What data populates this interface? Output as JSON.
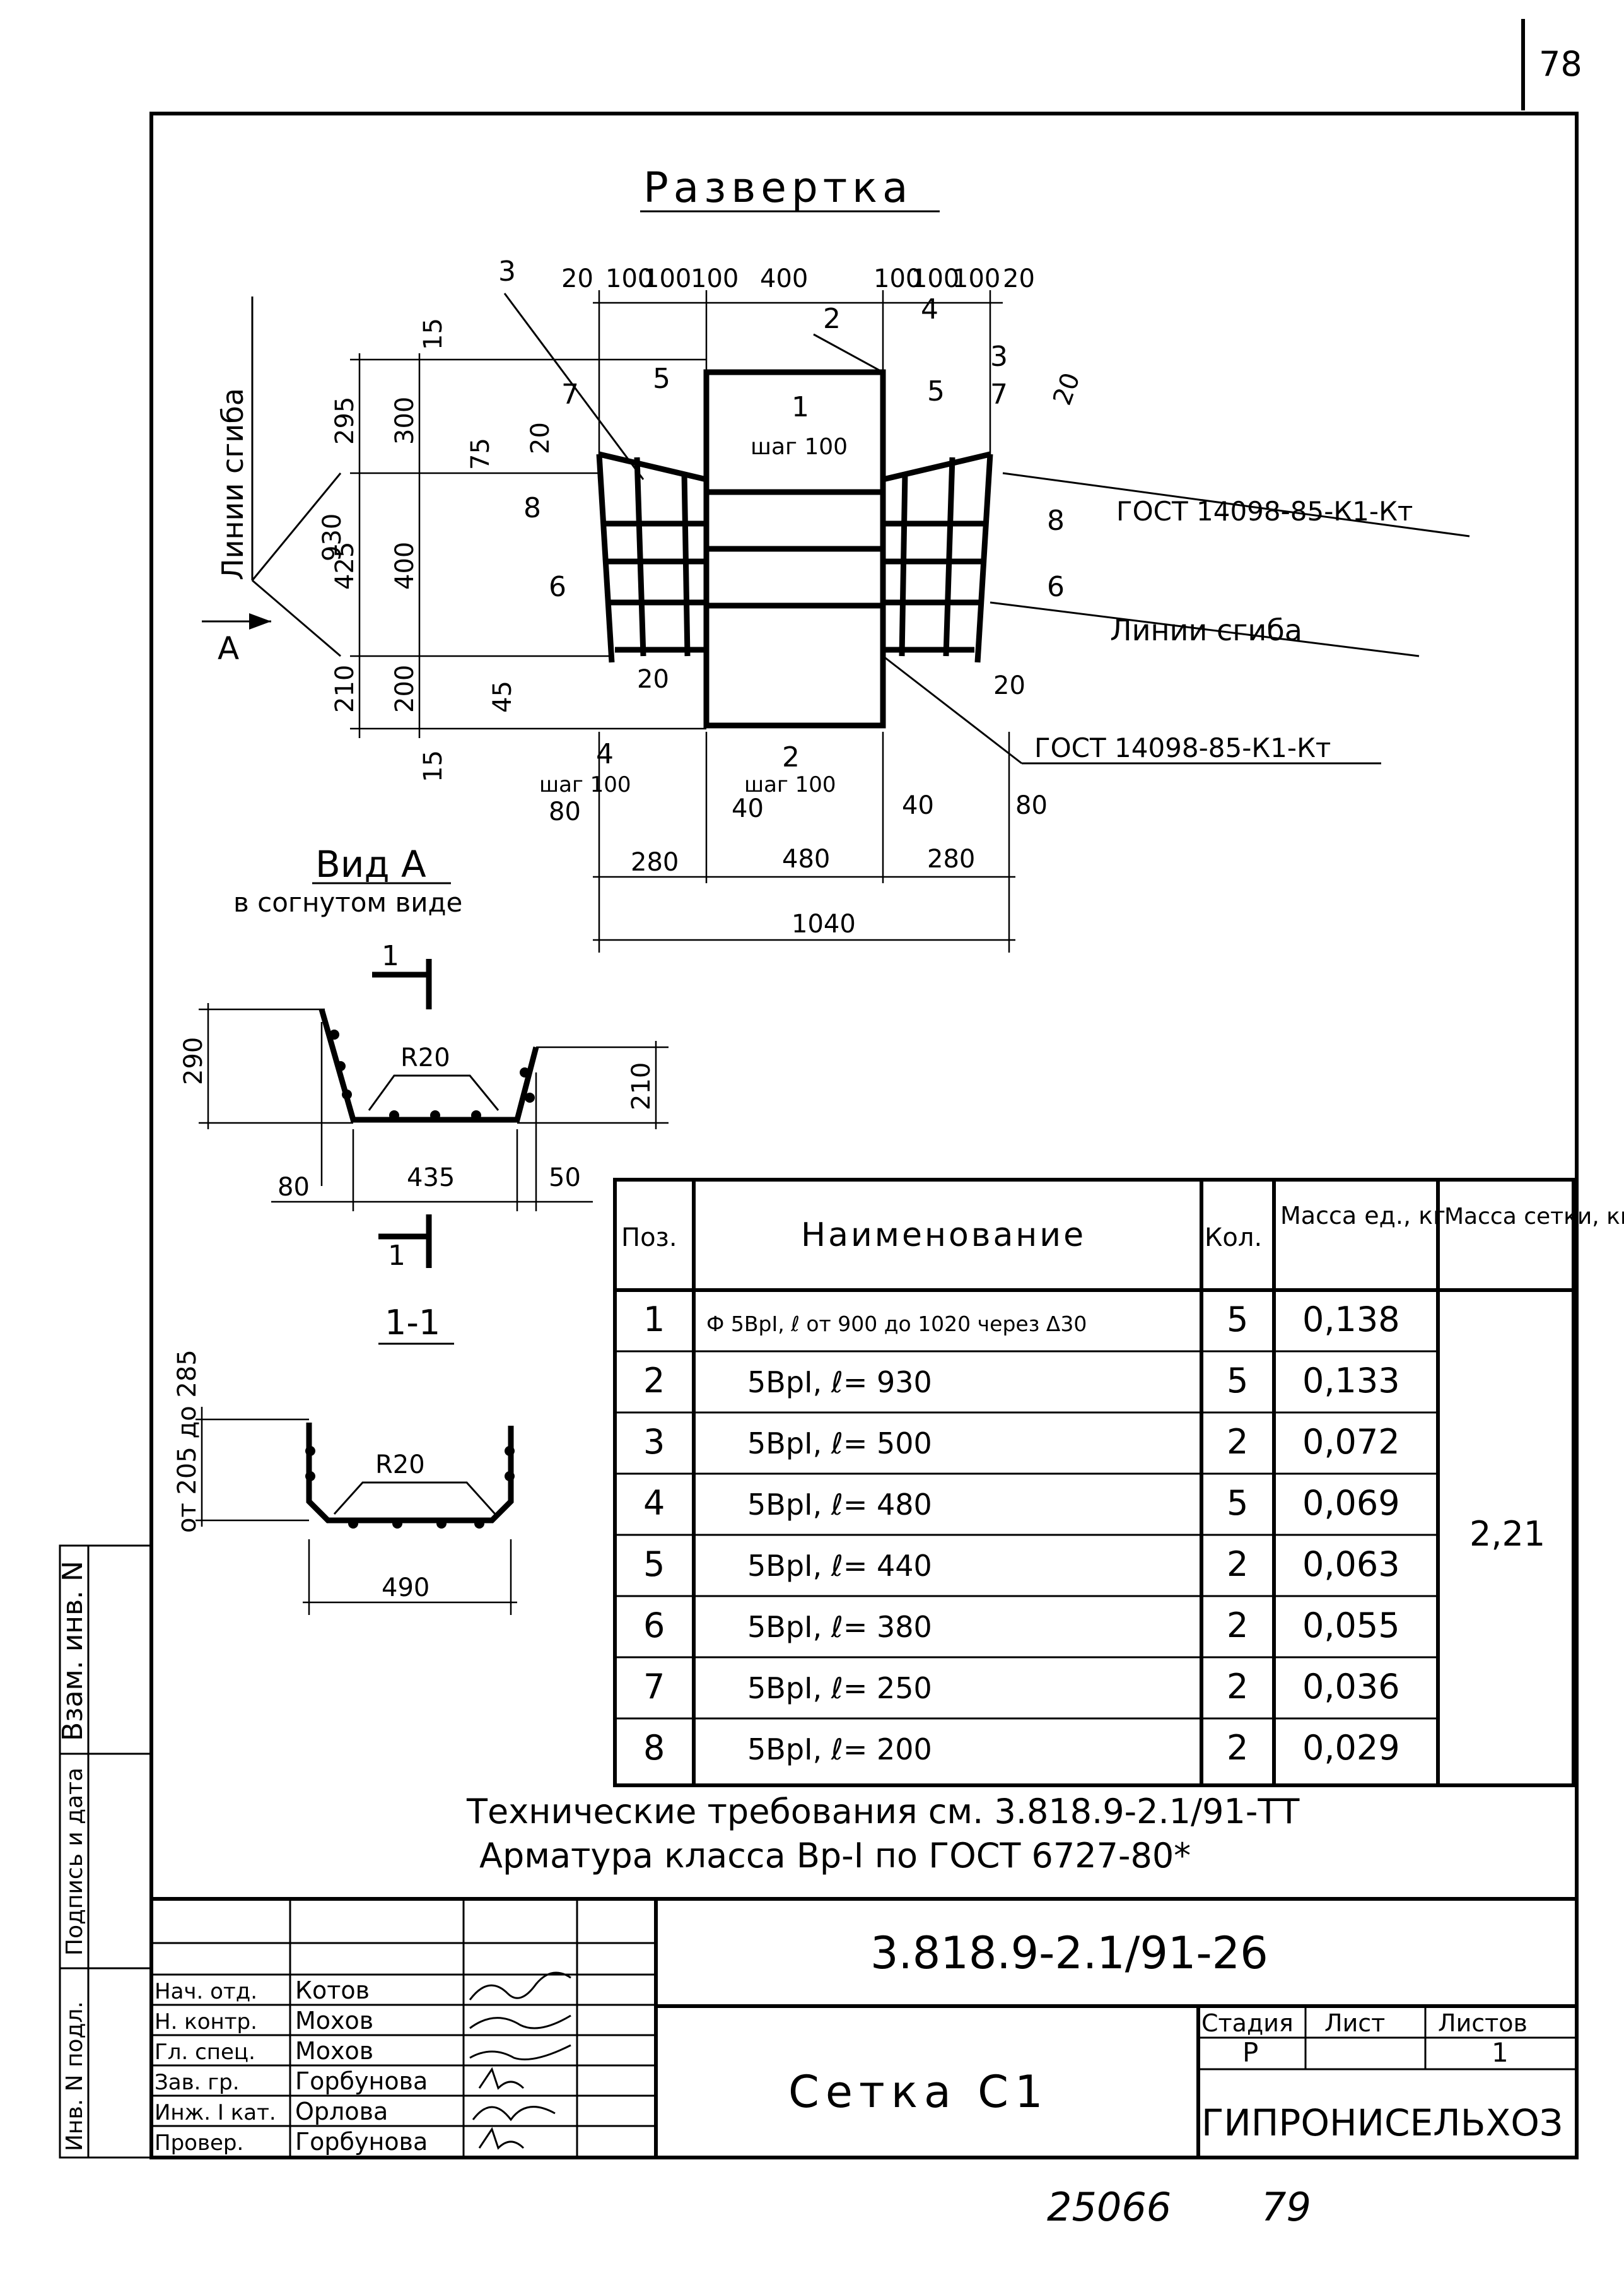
{
  "page_number": "78",
  "drawing_title": "Развертка",
  "view_a": {
    "title": "Вид А",
    "subtitle": "в согнутом виде",
    "arrow_label": "А"
  },
  "section_label": "1-1",
  "section_mark": "1",
  "fold_lines_label": "Линии сгиба",
  "gost_note": "ГОСТ 14098-85-К1-Кт",
  "pitch_label": "шаг 100",
  "radius_label": "R20",
  "dims": {
    "top": [
      "20",
      "100",
      "100",
      "100",
      "400",
      "100",
      "100",
      "100",
      "20"
    ],
    "left_outer": [
      "295",
      "425",
      "210"
    ],
    "left_mid": [
      "300",
      "400",
      "200"
    ],
    "total_height": "930",
    "edge": [
      "15",
      "15"
    ],
    "misc": [
      "75",
      "20",
      "45",
      "20",
      "20",
      "20"
    ],
    "bottom": [
      "80",
      "40",
      "40",
      "80"
    ],
    "bottom_spans": [
      "280",
      "480",
      "280"
    ],
    "total_width": "1040",
    "view_a": [
      "290",
      "210",
      "80",
      "435",
      "50"
    ],
    "section": [
      "от 205 до 285",
      "490"
    ]
  },
  "callouts": [
    "1",
    "2",
    "3",
    "4",
    "5",
    "6",
    "7",
    "8"
  ],
  "table": {
    "headers": [
      "Поз.",
      "Наименование",
      "Кол.",
      "Масса ед., кг",
      "Масса сетки, кг"
    ],
    "rows": [
      {
        "pos": "1",
        "name": "Ф 5ВрI, ℓ от 900 до 1020 через Δ30",
        "qty": "5",
        "mass": "0,138"
      },
      {
        "pos": "2",
        "name": "5ВрI, ℓ= 930",
        "qty": "5",
        "mass": "0,133"
      },
      {
        "pos": "3",
        "name": "5ВрI, ℓ= 500",
        "qty": "2",
        "mass": "0,072"
      },
      {
        "pos": "4",
        "name": "5ВрI, ℓ= 480",
        "qty": "5",
        "mass": "0,069"
      },
      {
        "pos": "5",
        "name": "5ВрI, ℓ= 440",
        "qty": "2",
        "mass": "0,063"
      },
      {
        "pos": "6",
        "name": "5ВрI, ℓ= 380",
        "qty": "2",
        "mass": "0,055"
      },
      {
        "pos": "7",
        "name": "5ВрI, ℓ= 250",
        "qty": "2",
        "mass": "0,036"
      },
      {
        "pos": "8",
        "name": "5ВрI, ℓ= 200",
        "qty": "2",
        "mass": "0,029"
      }
    ],
    "total_mass": "2,21"
  },
  "notes": [
    "Технические требования см. 3.818.9-2.1/91-ТТ",
    "Арматура класса Вр-I по ГОСТ 6727-80*"
  ],
  "side_stamps": [
    "Взам. инв. N",
    "Подпись и дата",
    "Инв. N подл."
  ],
  "title_block": {
    "code": "3.818.9-2.1/91-26",
    "name": "Сетка С1",
    "org": "ГИПРОНИСЕЛЬХОЗ",
    "stage_headers": [
      "Стадия",
      "Лист",
      "Листов"
    ],
    "stage_values": [
      "Р",
      "",
      "1"
    ],
    "staff": [
      {
        "role": "Нач. отд.",
        "name": "Котов"
      },
      {
        "role": "Н. контр.",
        "name": "Мохов"
      },
      {
        "role": "Гл. спец.",
        "name": "Мохов"
      },
      {
        "role": "Зав. гр.",
        "name": "Горбунова"
      },
      {
        "role": "Инж. I кат.",
        "name": "Орлова"
      },
      {
        "role": "Провер.",
        "name": "Горбунова"
      }
    ]
  },
  "footer": {
    "inventory_number": "25066",
    "sheet_ref": "79"
  }
}
